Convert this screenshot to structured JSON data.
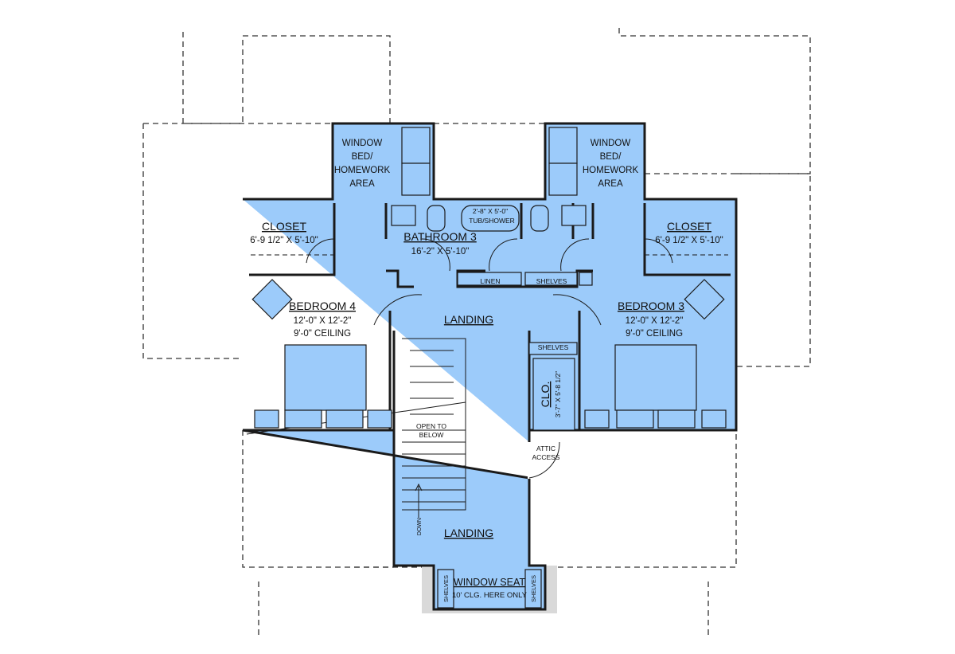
{
  "colors": {
    "room_fill": "#9ccbfa",
    "wall": "#1a1a1a",
    "exterior_deck": "#d9d9d9"
  },
  "rooms": {
    "window_bed_left": {
      "lines": [
        "WINDOW",
        "BED/",
        "HOMEWORK",
        "AREA"
      ]
    },
    "window_bed_right": {
      "lines": [
        "WINDOW",
        "BED/",
        "HOMEWORK",
        "AREA"
      ]
    },
    "closet_left": {
      "name": "CLOSET",
      "size": "6'-9 1/2\" X 5'-10\""
    },
    "closet_right": {
      "name": "CLOSET",
      "size": "6'-9 1/2\" X 5'-10\""
    },
    "bathroom": {
      "name": "BATHROOM 3",
      "size": "16'-2\" X 5'-10\"",
      "tub_size": "2'-8\" X 5'-0\"",
      "tub_label": "TUB/SHOWER"
    },
    "linen": "LINEN",
    "shelves_upper": "SHELVES",
    "shelves_mid": "SHELVES",
    "bedroom4": {
      "name": "BEDROOM 4",
      "size": "12'-0\" X 12'-2\"",
      "ceiling": "9'-0\" CEILING"
    },
    "bedroom3": {
      "name": "BEDROOM 3",
      "size": "12'-0\" X 12'-2\"",
      "ceiling": "9'-0\" CEILING"
    },
    "landing_upper": "LANDING",
    "landing_lower": "LANDING",
    "clo": {
      "name": "CLO.",
      "size": "3'-7\" X 5'-8 1/2\""
    },
    "open_to_below": [
      "OPEN TO",
      "BELOW"
    ],
    "stair_direction": "DOWN",
    "attic_access": [
      "ATTIC",
      "ACCESS"
    ],
    "window_seat": {
      "name": "WINDOW SEAT",
      "note": "10' CLG. HERE ONLY"
    },
    "shelves_seat_left": "SHELVES",
    "shelves_seat_right": "SHELVES"
  }
}
